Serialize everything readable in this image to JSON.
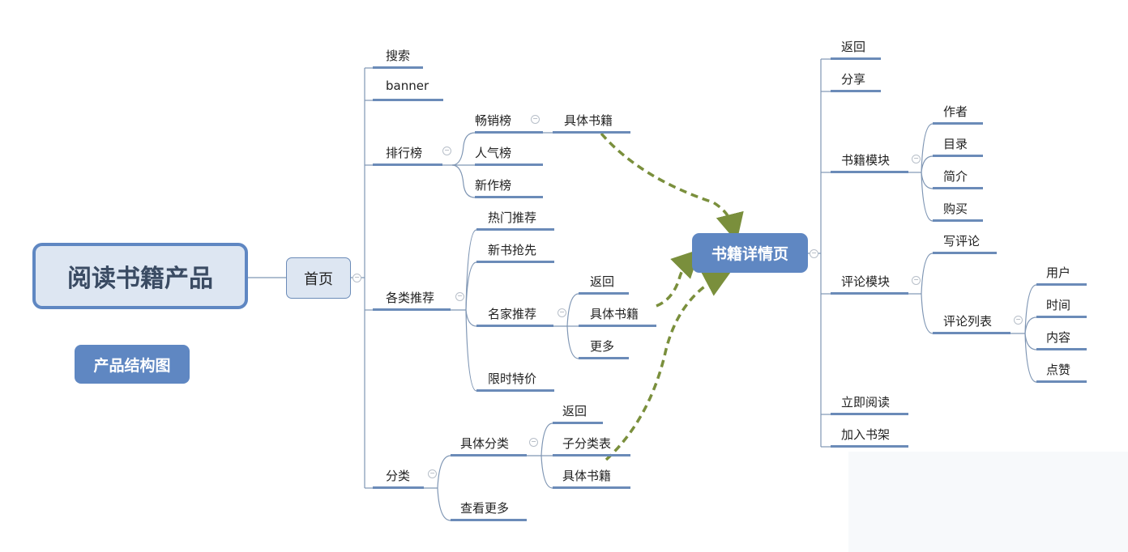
{
  "root": {
    "title": "阅读书籍产品",
    "tag": "产品结构图"
  },
  "home": {
    "label": "首页",
    "children": {
      "search": "搜索",
      "banner": "banner",
      "ranking": {
        "label": "排行榜",
        "bestseller": "畅销榜",
        "bestseller_child": "具体书籍",
        "popular": "人气榜",
        "newworks": "新作榜"
      },
      "recommend": {
        "label": "各类推荐",
        "hot": "热门推荐",
        "newbook": "新书抢先",
        "famous": {
          "label": "名家推荐",
          "back": "返回",
          "book": "具体书籍",
          "more": "更多"
        },
        "limited": "限时特价"
      },
      "category": {
        "label": "分类",
        "specific": {
          "label": "具体分类",
          "back": "返回",
          "sublist": "子分类表",
          "book": "具体书籍"
        },
        "viewmore": "查看更多"
      }
    }
  },
  "detail": {
    "label": "书籍详情页",
    "children": {
      "back": "返回",
      "share": "分享",
      "bookmodule": {
        "label": "书籍模块",
        "author": "作者",
        "toc": "目录",
        "intro": "简介",
        "buy": "购买"
      },
      "comment": {
        "label": "评论模块",
        "write": "写评论",
        "list": {
          "label": "评论列表",
          "user": "用户",
          "time": "时间",
          "content": "内容",
          "like": "点赞"
        }
      },
      "readnow": "立即阅读",
      "addshelf": "加入书架"
    }
  },
  "colors": {
    "accent": "#5f87c2",
    "node_fill": "#dde6f2",
    "branch_line": "#6b8bb8",
    "link_arrow": "#7a8f3c",
    "text": "#222222"
  }
}
